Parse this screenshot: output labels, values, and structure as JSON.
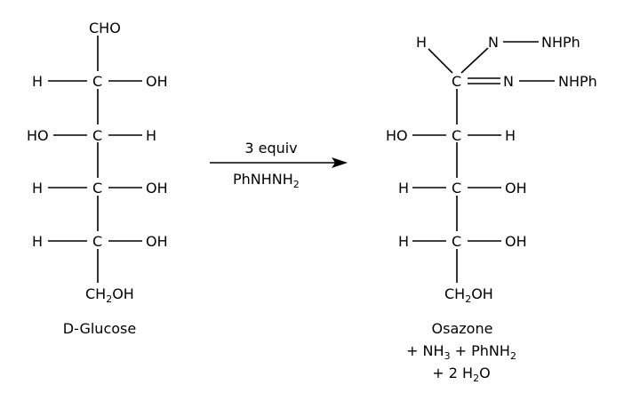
{
  "glucose": {
    "c1_group": "CHO",
    "carbon": "C",
    "h": "H",
    "oh": "OH",
    "ho": "HO",
    "ch2": "CH",
    "ch2_sub": "2",
    "ch2_oh": "OH",
    "name": "D-Glucose"
  },
  "reagent": {
    "equiv": "3 equiv",
    "name_a": "PhNHNH",
    "name_sub": "2"
  },
  "osazone": {
    "carbon": "C",
    "h": "H",
    "oh": "OH",
    "ho": "HO",
    "n": "N",
    "nhph": "NHPh",
    "ch2": "CH",
    "ch2_sub": "2",
    "ch2_oh": "OH",
    "name": "Osazone",
    "byproduct_1a": "+ NH",
    "byproduct_1sub1": "3",
    "byproduct_1b": " + PhNH",
    "byproduct_1sub2": "2",
    "byproduct_2a": "+ 2 H",
    "byproduct_2sub": "2",
    "byproduct_2b": "O"
  }
}
